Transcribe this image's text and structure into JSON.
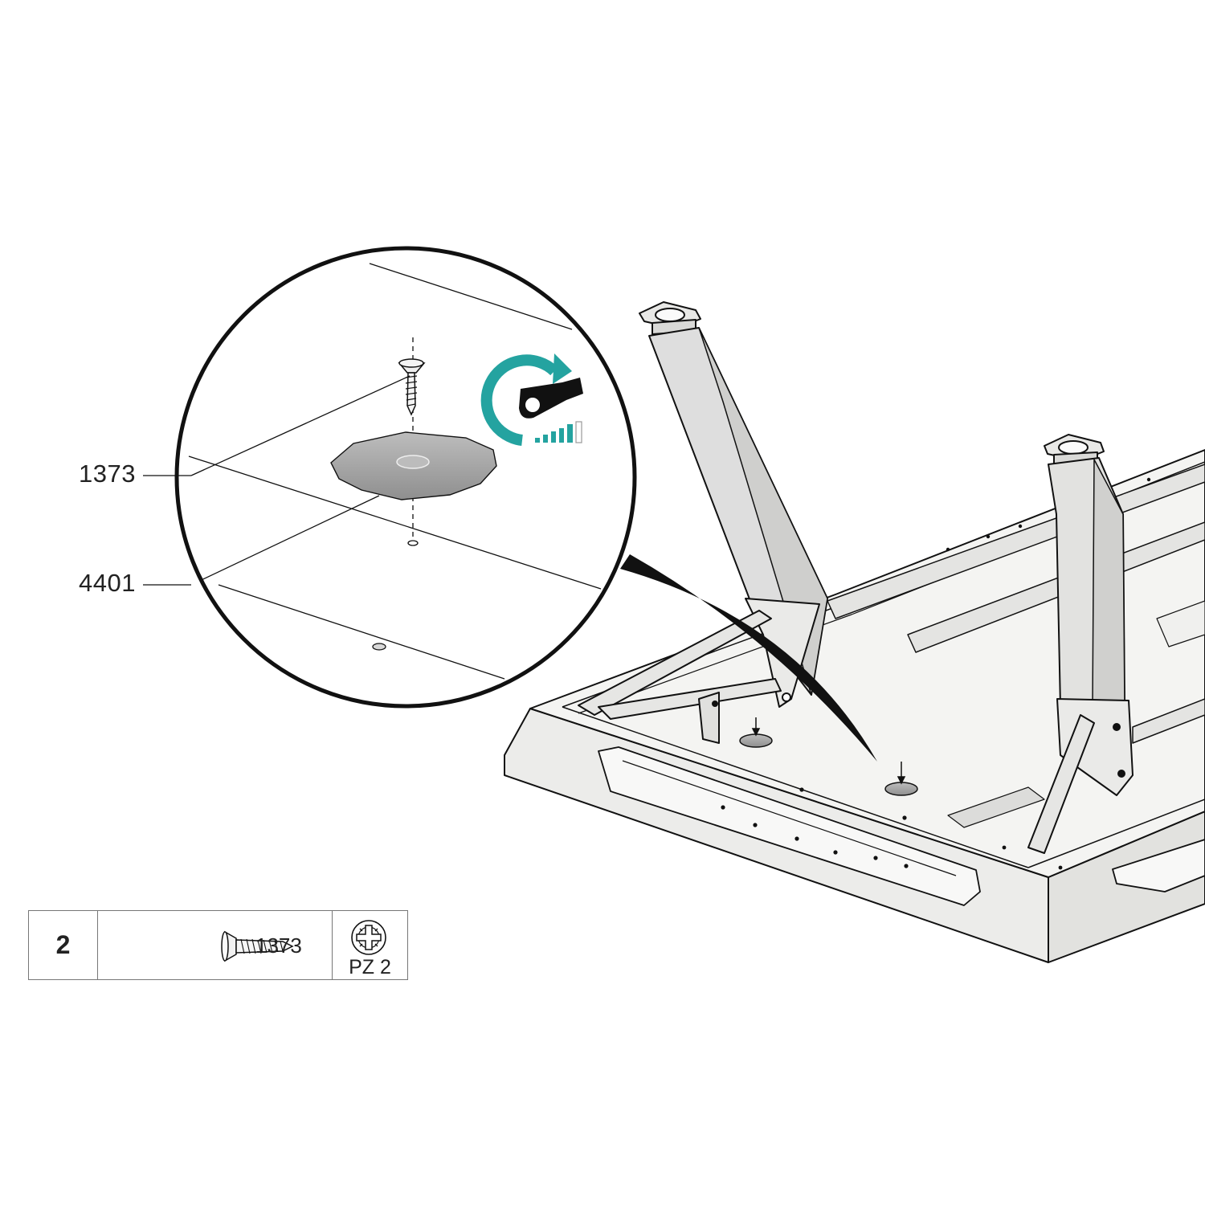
{
  "callouts": {
    "screw_part_number": "1373",
    "pad_part_number": "4401"
  },
  "parts_table": {
    "quantity": "2",
    "part_number": "1373",
    "tool_label": "PZ 2"
  },
  "icons": {
    "torque": "tighten-wrench-icon",
    "screw": "countersunk-screw-icon",
    "driver": "pozidriv-icon"
  },
  "colors": {
    "line": "#111111",
    "frame_fill": "#e6e6e4",
    "pad_fill": "#a9a9a9",
    "accent": "#24a3a0"
  }
}
